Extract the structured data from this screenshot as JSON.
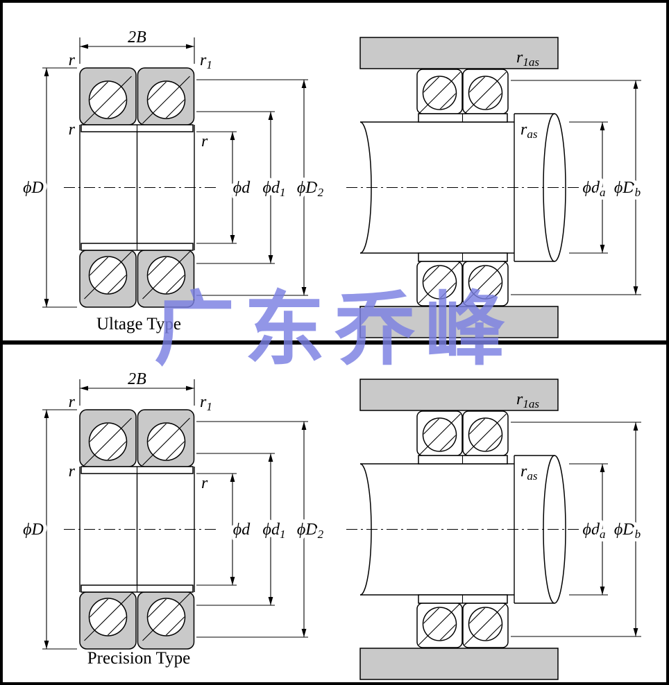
{
  "watermark": {
    "text": "广东乔峰",
    "color": "#7b80e2"
  },
  "colors": {
    "metal_gray": "#c9c9c9",
    "line": "#000000",
    "background": "#ffffff"
  },
  "panels": [
    {
      "caption": "Ultage Type",
      "section_labels": {
        "width": "2B",
        "r_top_left": "r",
        "r1": {
          "base": "r",
          "sub": "1"
        },
        "r_mid_left": "r",
        "r_mid_right": "r",
        "phi_D": "ϕD",
        "phi_d": "ϕd",
        "phi_d1": {
          "base": "ϕd",
          "sub": "1"
        },
        "phi_D2": {
          "base": "ϕD",
          "sub": "2"
        }
      },
      "mount_labels": {
        "r_1as": {
          "base": "r",
          "sub": "1as"
        },
        "r_as": {
          "base": "r",
          "sub": "as"
        },
        "phi_da": {
          "base": "ϕd",
          "sub": "a"
        },
        "phi_Db": {
          "base": "ϕD",
          "sub": "b"
        }
      }
    },
    {
      "caption": "Precision Type",
      "section_labels": {
        "width": "2B",
        "r_top_left": "r",
        "r1": {
          "base": "r",
          "sub": "1"
        },
        "r_mid_left": "r",
        "r_mid_right": "r",
        "phi_D": "ϕD",
        "phi_d": "ϕd",
        "phi_d1": {
          "base": "ϕd",
          "sub": "1"
        },
        "phi_D2": {
          "base": "ϕD",
          "sub": "2"
        }
      },
      "mount_labels": {
        "r_1as": {
          "base": "r",
          "sub": "1as"
        },
        "r_as": {
          "base": "r",
          "sub": "as"
        },
        "phi_da": {
          "base": "ϕd",
          "sub": "a"
        },
        "phi_Db": {
          "base": "ϕD",
          "sub": "b"
        }
      }
    }
  ]
}
